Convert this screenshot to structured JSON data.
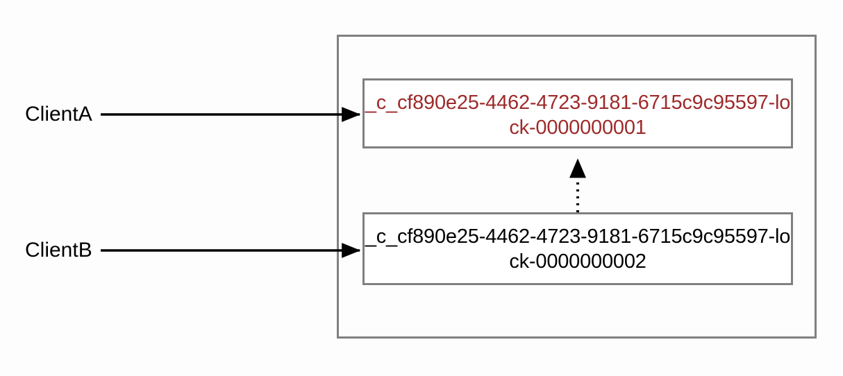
{
  "diagram": {
    "title": "ZooKeeper lock znode sequence",
    "background_color": "#fdfdfd",
    "border_color": "#808080",
    "arrow_color": "#000000",
    "clients": [
      {
        "id": "client-a",
        "label": "ClientA",
        "arrow": "solid-arrow-right",
        "points_to": "znode-lock-1"
      },
      {
        "id": "client-b",
        "label": "ClientB",
        "arrow": "solid-arrow-right",
        "points_to": "znode-lock-2"
      }
    ],
    "container": {
      "name": "lock-parent-node",
      "label": ""
    },
    "znodes": [
      {
        "id": "znode-lock-1",
        "text": "_c_cf890e25-4462-4723-9181-6715c9c95597-lock-0000000001",
        "text_line_1": "_c_cf890e25-4462-4723-9181-6715c9c9",
        "text_line_2": "5597-lock-0000000001",
        "color": "#9e2a2a",
        "state": "lock-holder"
      },
      {
        "id": "znode-lock-2",
        "text": "_c_cf890e25-4462-4723-9181-6715c9c95597-lock-0000000002",
        "text_line_1": "_c_cf890e25-4462-4723-9181-6715c9c9",
        "text_line_2": "5597-lock-0000000002",
        "color": "#000000",
        "state": "waiting"
      }
    ],
    "watch_edge": {
      "from": "znode-lock-2",
      "to": "znode-lock-1",
      "style": "dotted-arrow-up",
      "label": ""
    }
  }
}
